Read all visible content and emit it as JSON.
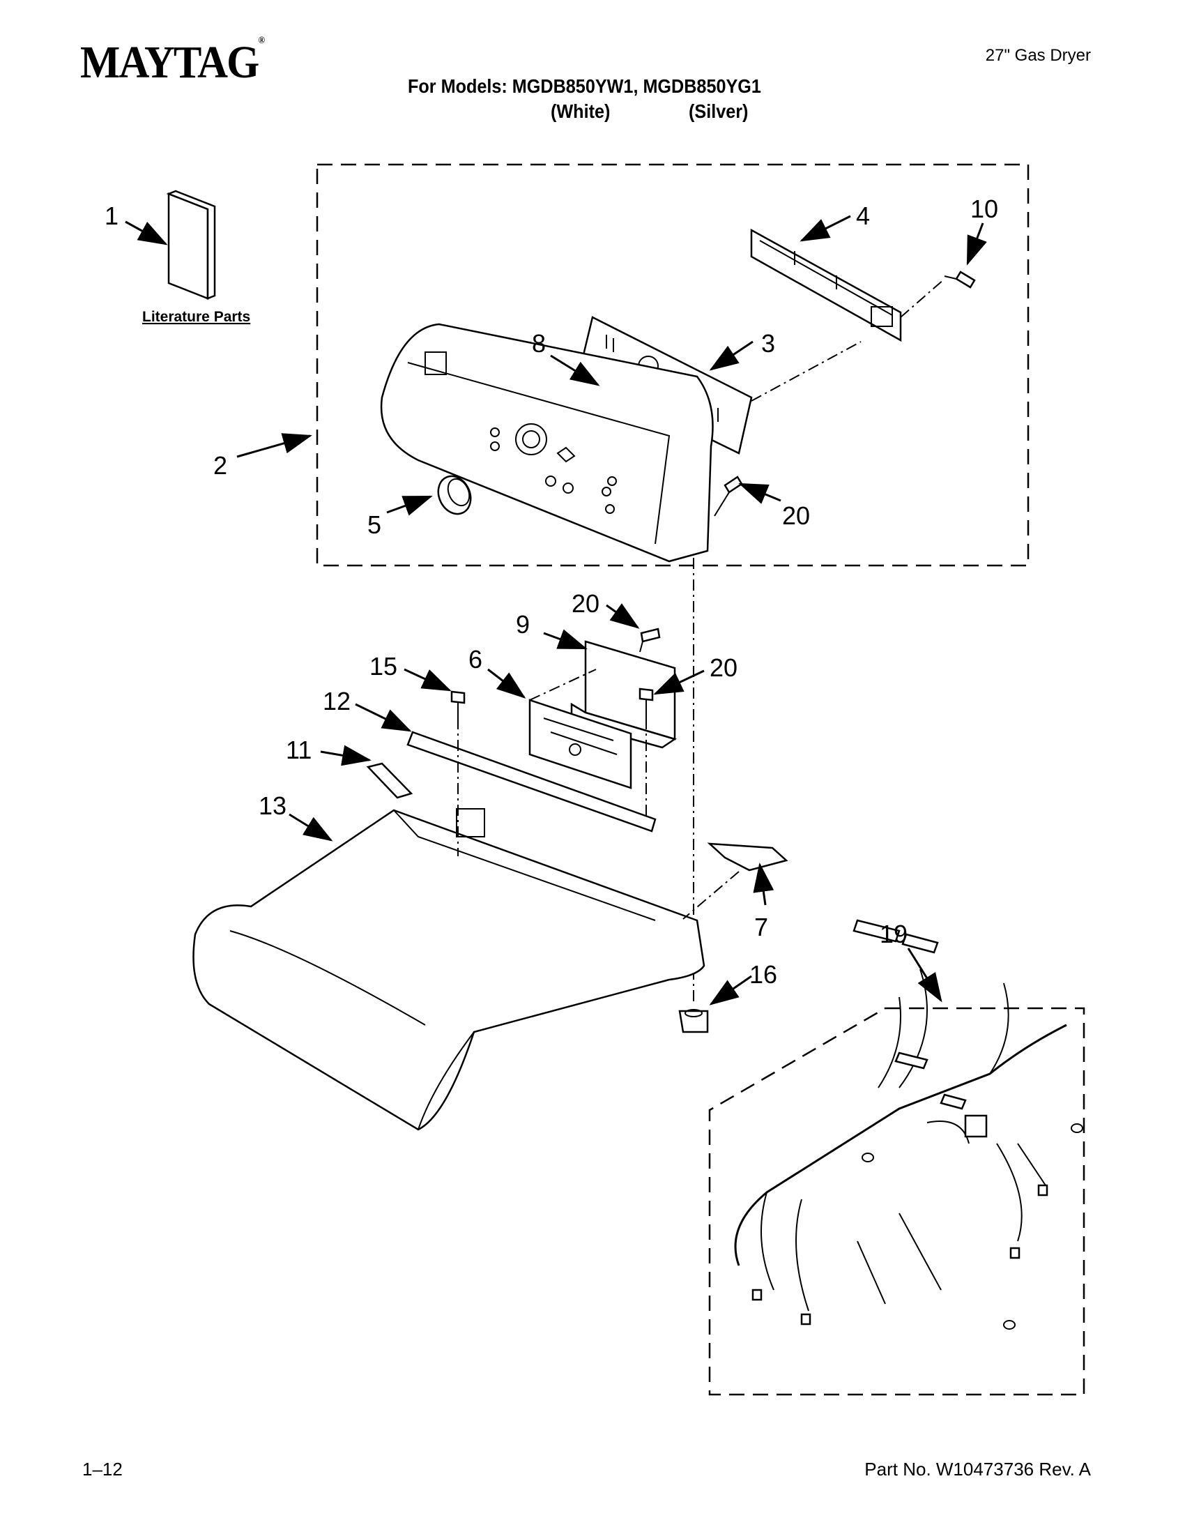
{
  "header": {
    "brand": "MAYTAG",
    "brand_mark": "®",
    "product": "27\" Gas Dryer",
    "models_line": "For Models: MGDB850YW1, MGDB850YG1",
    "color_1": "(White)",
    "color_2": "(Silver)"
  },
  "literature_label": "Literature Parts",
  "callouts": {
    "c1": "1",
    "c2": "2",
    "c3": "3",
    "c4": "4",
    "c5": "5",
    "c6": "6",
    "c7": "7",
    "c8": "8",
    "c9": "9",
    "c10": "10",
    "c11": "11",
    "c12": "12",
    "c13": "13",
    "c15": "15",
    "c16": "16",
    "c19": "19",
    "c20a": "20",
    "c20b": "20",
    "c20c": "20"
  },
  "footer": {
    "page": "1–12",
    "part_no": "Part No. W10473736 Rev. A"
  }
}
